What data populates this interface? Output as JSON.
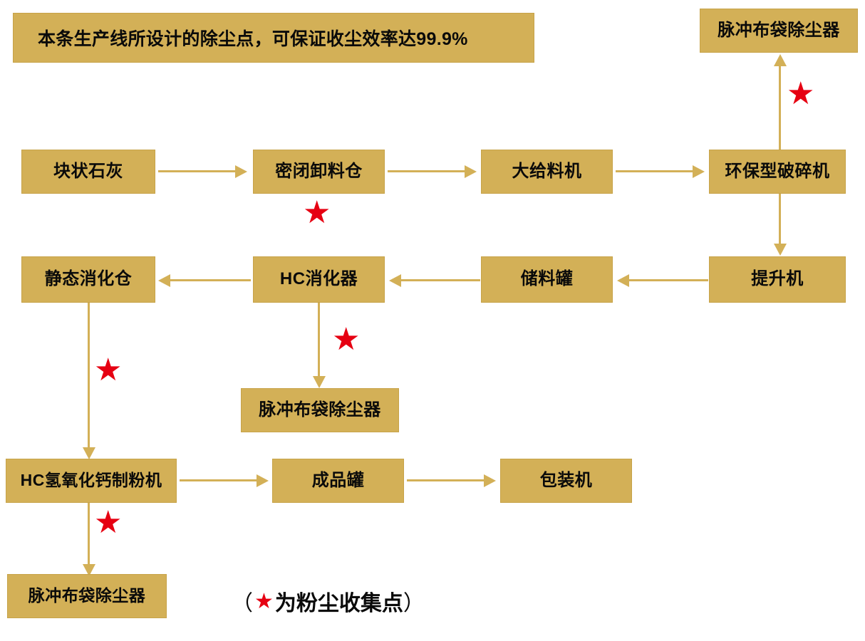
{
  "diagram": {
    "title_banner": "本条生产线所设计的除尘点，可保证收尘效率达99.9%",
    "legend": {
      "open_paren": "（",
      "star": "★",
      "text": "为粉尘收集点",
      "close_paren": "）"
    },
    "colors": {
      "box_fill": "#d3b057",
      "box_border": "#c7a349",
      "connector": "#d3b057",
      "star": "#e60012",
      "text": "#0a0a0a",
      "background": "#ffffff"
    },
    "nodes": [
      {
        "id": "dust-collector-top-right",
        "label": "脉冲布袋除尘器"
      },
      {
        "id": "block-lime",
        "label": "块状石灰"
      },
      {
        "id": "sealed-unloading-bin",
        "label": "密闭卸料仓"
      },
      {
        "id": "large-feeder",
        "label": "大给料机"
      },
      {
        "id": "eco-crusher",
        "label": "环保型破碎机"
      },
      {
        "id": "static-digestion-bin",
        "label": "静态消化仓"
      },
      {
        "id": "hc-digester",
        "label": "HC消化器"
      },
      {
        "id": "storage-tank",
        "label": "储料罐"
      },
      {
        "id": "elevator",
        "label": "提升机"
      },
      {
        "id": "dust-collector-middle",
        "label": "脉冲布袋除尘器"
      },
      {
        "id": "hc-hydrated-lime-mill",
        "label": "HC氢氧化钙制粉机"
      },
      {
        "id": "finished-product-tank",
        "label": "成品罐"
      },
      {
        "id": "packaging-machine",
        "label": "包装机"
      },
      {
        "id": "dust-collector-bottom",
        "label": "脉冲布袋除尘器"
      }
    ],
    "star_markers": [
      {
        "id": "star-crusher",
        "glyph": "★"
      },
      {
        "id": "star-unloading",
        "glyph": "★"
      },
      {
        "id": "star-digester",
        "glyph": "★"
      },
      {
        "id": "star-static",
        "glyph": "★"
      },
      {
        "id": "star-mill",
        "glyph": "★"
      }
    ]
  }
}
